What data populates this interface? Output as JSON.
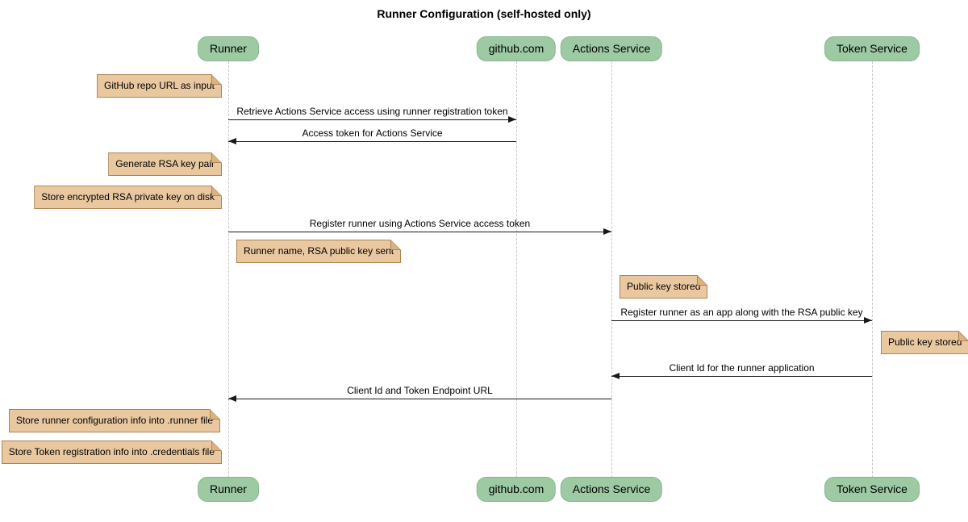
{
  "title": "Runner Configuration (self-hosted only)",
  "participants": [
    {
      "name": "Runner"
    },
    {
      "name": "github.com"
    },
    {
      "name": "Actions Service"
    },
    {
      "name": "Token Service"
    }
  ],
  "messages": [
    {
      "from": "Runner",
      "to": "github.com",
      "direction": "right",
      "label": "Retrieve Actions Service access using runner registration token"
    },
    {
      "from": "github.com",
      "to": "Runner",
      "direction": "left",
      "label": "Access token for Actions Service"
    },
    {
      "from": "Runner",
      "to": "Actions Service",
      "direction": "right",
      "label": "Register runner using Actions Service access token"
    },
    {
      "from": "Actions Service",
      "to": "Token Service",
      "direction": "right",
      "label": "Register runner as an app along with the RSA public key"
    },
    {
      "from": "Token Service",
      "to": "Actions Service",
      "direction": "left",
      "label": "Client Id for the runner application"
    },
    {
      "from": "Actions Service",
      "to": "Runner",
      "direction": "left",
      "label": "Client Id and Token Endpoint URL"
    }
  ],
  "notes": [
    {
      "anchor": "Runner",
      "side": "left",
      "text": "GitHub repo URL as input"
    },
    {
      "anchor": "Runner",
      "side": "left",
      "text": "Generate RSA key pair"
    },
    {
      "anchor": "Runner",
      "side": "left",
      "text": "Store encrypted RSA private key on disk"
    },
    {
      "anchor": "Runner",
      "side": "right",
      "text": "Runner name, RSA public key sent"
    },
    {
      "anchor": "Actions Service",
      "side": "right",
      "text": "Public key stored"
    },
    {
      "anchor": "Token Service",
      "side": "right",
      "text": "Public key stored"
    },
    {
      "anchor": "Runner",
      "side": "left",
      "text": "Store runner configuration info into .runner file"
    },
    {
      "anchor": "Runner",
      "side": "left",
      "text": "Store Token registration info into .credentials file"
    }
  ],
  "colors": {
    "participant_fill": "#9DC9A3",
    "participant_border": "#86B78E",
    "note_fill": "#E9C8A0",
    "note_border": "#AD8353",
    "note_fold": "#DCB37F",
    "lifeline": "#C6C6C6",
    "arrow": "#181818",
    "text": "#000000",
    "background": "#FFFFFF"
  }
}
